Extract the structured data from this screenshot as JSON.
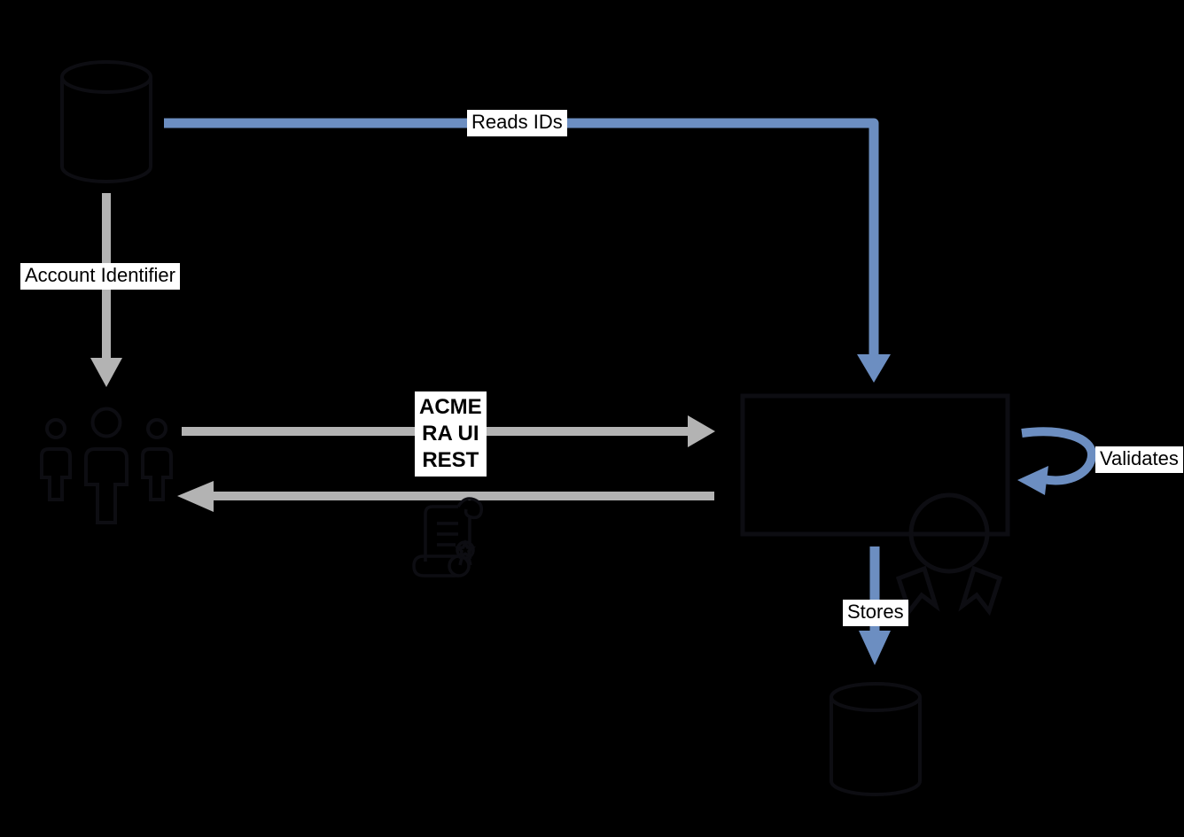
{
  "colors": {
    "background": "#000000",
    "arrow-blue": "#6C8EC1",
    "arrow-gray": "#B3B3B3",
    "shape-stroke": "#0D0D12",
    "label-bg": "#FFFFFF",
    "label-text": "#000000"
  },
  "labels": {
    "reads_ids": "Reads IDs",
    "account_identifier": "Account Identifier",
    "request_protocol": "ACME\nRA UI\nREST",
    "validates": "Validates",
    "stores": "Stores"
  },
  "nodes": [
    {
      "id": "source-database",
      "icon": "database-cylinder-icon",
      "position": "top-left"
    },
    {
      "id": "users-group",
      "icon": "people-group-icon",
      "position": "middle-left"
    },
    {
      "id": "processing-box",
      "icon": "certificate-box-with-award-badge-icon",
      "position": "middle-right"
    },
    {
      "id": "certificate-scroll",
      "icon": "scroll-with-seal-icon",
      "position": "center-below-response-arrow"
    },
    {
      "id": "target-database",
      "icon": "database-cylinder-icon",
      "position": "bottom-right"
    }
  ],
  "edges": [
    {
      "id": "reads-ids",
      "from": "source-database",
      "to": "processing-box",
      "label": "Reads IDs",
      "color": "blue",
      "path": "right-then-down"
    },
    {
      "id": "account-identifier",
      "from": "source-database",
      "to": "users-group",
      "label": "Account Identifier",
      "color": "gray",
      "path": "down"
    },
    {
      "id": "request",
      "from": "users-group",
      "to": "processing-box",
      "label": "ACME RA UI REST",
      "color": "gray",
      "path": "right"
    },
    {
      "id": "response",
      "from": "processing-box",
      "to": "users-group",
      "label": "",
      "color": "gray",
      "path": "left"
    },
    {
      "id": "validates",
      "from": "processing-box",
      "to": "processing-box",
      "label": "Validates",
      "color": "blue",
      "path": "self-loop-right"
    },
    {
      "id": "stores",
      "from": "processing-box",
      "to": "target-database",
      "label": "Stores",
      "color": "blue",
      "path": "down"
    }
  ]
}
